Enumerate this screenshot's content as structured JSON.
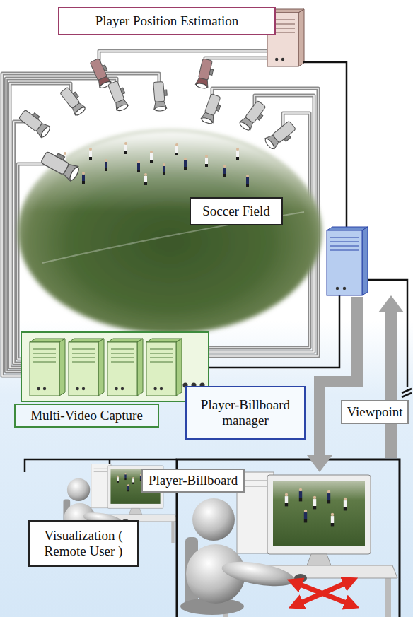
{
  "diagram": {
    "nodes": [
      {
        "text": [
          "Player Position Estimation"
        ]
      },
      {
        "text": [
          "Soccer Field"
        ]
      },
      {
        "text": [
          "Multi-Video Capture"
        ]
      },
      {
        "text": [
          "Player-Billboard manager"
        ]
      },
      {
        "text": [
          "Viewpoint"
        ]
      },
      {
        "text": [
          "Player-Billboard"
        ]
      },
      {
        "text": [
          "Visualization ( Remote User )"
        ]
      }
    ]
  }
}
